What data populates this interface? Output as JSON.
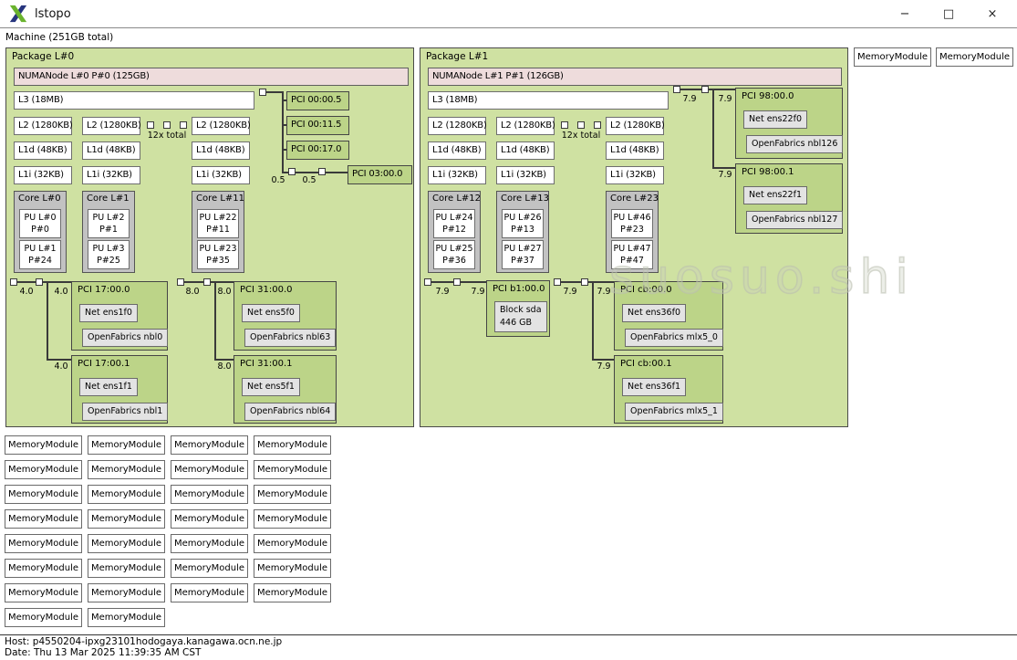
{
  "window": {
    "title": "lstopo",
    "minimize": "−",
    "maximize": "□",
    "close": "×"
  },
  "machine_label": "Machine (251GB total)",
  "watermark": "suosuo.shi",
  "footer": {
    "host": "Host: p4550204-ipxg23101hodogaya.kanagawa.ocn.ne.jp",
    "date": "Date: Thu 13 Mar 2025 11:39:35 AM CST"
  },
  "memory": {
    "label": "MemoryModule",
    "rows": [
      4,
      4,
      4,
      4,
      4,
      4,
      4,
      2
    ]
  },
  "packages": [
    {
      "label": "Package L#0",
      "numanode": "NUMANode L#0 P#0 (125GB)",
      "l3": "L3 (18MB)",
      "l2": "L2 (1280KB)",
      "l1d": "L1d (48KB)",
      "l1i": "L1i (32KB)",
      "ellipsis": "12x total",
      "cores": [
        {
          "label": "Core L#0",
          "pus": [
            [
              "PU L#0",
              "P#0"
            ],
            [
              "PU L#1",
              "P#24"
            ]
          ]
        },
        {
          "label": "Core L#1",
          "pus": [
            [
              "PU L#2",
              "P#1"
            ],
            [
              "PU L#3",
              "P#25"
            ]
          ]
        },
        {
          "label": "Core L#11",
          "pus": [
            [
              "PU L#22",
              "P#11"
            ],
            [
              "PU L#23",
              "P#35"
            ]
          ]
        }
      ],
      "pci_top_stack": {
        "boxes": [
          "PCI 00:00.5",
          "PCI 00:11.5",
          "PCI 00:17.0"
        ],
        "speeds": [
          "0.5",
          "0.5"
        ],
        "tail": "PCI 03:00.0"
      },
      "pci_groups": [
        {
          "uplink": "4.0",
          "children": [
            {
              "speed": "4.0",
              "label": "PCI 17:00.0",
              "net": "Net ens1f0",
              "fabric": "OpenFabrics nbl0"
            },
            {
              "speed": "4.0",
              "label": "PCI 17:00.1",
              "net": "Net ens1f1",
              "fabric": "OpenFabrics nbl1"
            }
          ]
        },
        {
          "uplink": "8.0",
          "children": [
            {
              "speed": "8.0",
              "label": "PCI 31:00.0",
              "net": "Net ens5f0",
              "fabric": "OpenFabrics nbl63"
            },
            {
              "speed": "8.0",
              "label": "PCI 31:00.1",
              "net": "Net ens5f1",
              "fabric": "OpenFabrics nbl64"
            }
          ]
        }
      ]
    },
    {
      "label": "Package L#1",
      "numanode": "NUMANode L#1 P#1 (126GB)",
      "l3": "L3 (18MB)",
      "l2": "L2 (1280KB)",
      "l1d": "L1d (48KB)",
      "l1i": "L1i (32KB)",
      "ellipsis": "12x total",
      "cores": [
        {
          "label": "Core L#12",
          "pus": [
            [
              "PU L#24",
              "P#12"
            ],
            [
              "PU L#25",
              "P#36"
            ]
          ]
        },
        {
          "label": "Core L#13",
          "pus": [
            [
              "PU L#26",
              "P#13"
            ],
            [
              "PU L#27",
              "P#37"
            ]
          ]
        },
        {
          "label": "Core L#23",
          "pus": [
            [
              "PU L#46",
              "P#23"
            ],
            [
              "PU L#47",
              "P#47"
            ]
          ]
        }
      ],
      "pci_groups": [
        {
          "uplink": "7.9",
          "children": [
            {
              "speed": "7.9",
              "label": "PCI b1:00.0",
              "block": [
                "Block sda",
                "446 GB"
              ]
            }
          ]
        },
        {
          "uplink": "7.9",
          "children": [
            {
              "speed": "7.9",
              "label": "PCI cb:00.0",
              "net": "Net ens36f0",
              "fabric": "OpenFabrics mlx5_0"
            },
            {
              "speed": "7.9",
              "label": "PCI cb:00.1",
              "net": "Net ens36f1",
              "fabric": "OpenFabrics mlx5_1"
            }
          ]
        },
        {
          "uplink": "7.9",
          "children": [
            {
              "speed": "7.9",
              "label": "PCI 98:00.0",
              "net": "Net ens22f0",
              "fabric": "OpenFabrics nbl126"
            },
            {
              "speed": "7.9",
              "label": "PCI 98:00.1",
              "net": "Net ens22f1",
              "fabric": "OpenFabrics nbl127"
            }
          ]
        }
      ]
    }
  ]
}
